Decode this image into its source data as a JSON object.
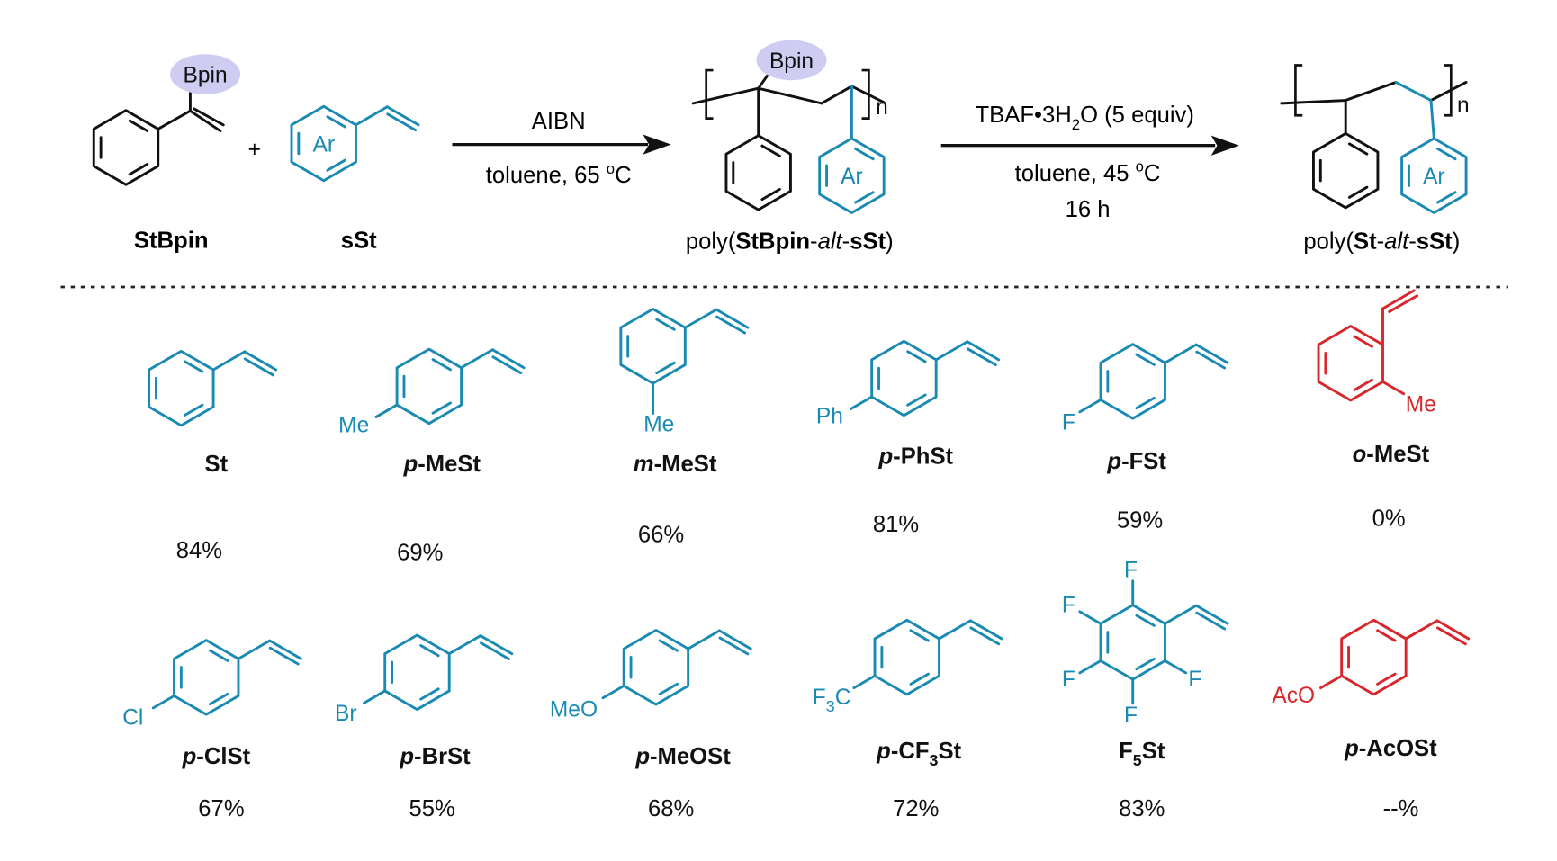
{
  "colors": {
    "black": "#111111",
    "blue": "#1a8ab3",
    "red": "#d9262b",
    "bpin_fill": "#cfccf2"
  },
  "scheme": {
    "monomer1": {
      "label": "StBpin",
      "group": "Bpin"
    },
    "plus": "+",
    "monomer2": {
      "label": "sSt",
      "ring": "Ar"
    },
    "step1": {
      "reagent": "AIBN",
      "conditions": [
        "toluene, 65 ",
        "o",
        "C"
      ]
    },
    "polymer1": {
      "prefix": "poly(",
      "a": "StBpin",
      "dash1": "-",
      "alt": "alt",
      "dash2": "-",
      "b": "sSt",
      "suffix": ")",
      "group": "Bpin",
      "ring": "Ar",
      "n": "n"
    },
    "step2": {
      "reagent": [
        "TBAF•3H",
        "2",
        "O (5 equiv)"
      ],
      "conditions": [
        "toluene, 45 ",
        "o",
        "C"
      ],
      "time": "16 h"
    },
    "polymer2": {
      "prefix": "poly(",
      "a": "St",
      "dash1": "-",
      "alt": "alt",
      "dash2": "-",
      "b": "sSt",
      "suffix": ")",
      "ring": "Ar",
      "n": "n"
    }
  },
  "monomers": [
    {
      "name": [
        {
          "t": "St"
        }
      ],
      "yield": "84%",
      "color": "blue",
      "subs": []
    },
    {
      "name": [
        {
          "t": "p",
          "i": true
        },
        {
          "t": "-MeSt"
        }
      ],
      "yield": "69%",
      "color": "blue",
      "subs": [
        [
          {
            "t": "Me"
          }
        ]
      ]
    },
    {
      "name": [
        {
          "t": "m",
          "i": true
        },
        {
          "t": "-MeSt"
        }
      ],
      "yield": "66%",
      "color": "blue",
      "subs": [
        [
          {
            "t": "Me"
          }
        ]
      ]
    },
    {
      "name": [
        {
          "t": "p",
          "i": true
        },
        {
          "t": "-PhSt"
        }
      ],
      "yield": "81%",
      "color": "blue",
      "subs": [
        [
          {
            "t": "Ph"
          }
        ]
      ]
    },
    {
      "name": [
        {
          "t": "p",
          "i": true
        },
        {
          "t": "-FSt"
        }
      ],
      "yield": "59%",
      "color": "blue",
      "subs": [
        [
          {
            "t": "F"
          }
        ]
      ]
    },
    {
      "name": [
        {
          "t": "o",
          "i": true
        },
        {
          "t": "-MeSt"
        }
      ],
      "yield": "0%",
      "color": "red",
      "subs": [
        [
          {
            "t": "Me"
          }
        ]
      ]
    },
    {
      "name": [
        {
          "t": "p",
          "i": true
        },
        {
          "t": "-ClSt"
        }
      ],
      "yield": "67%",
      "color": "blue",
      "subs": [
        [
          {
            "t": "Cl"
          }
        ]
      ]
    },
    {
      "name": [
        {
          "t": "p",
          "i": true
        },
        {
          "t": "-BrSt"
        }
      ],
      "yield": "55%",
      "color": "blue",
      "subs": [
        [
          {
            "t": "Br"
          }
        ]
      ]
    },
    {
      "name": [
        {
          "t": "p",
          "i": true
        },
        {
          "t": "-MeOSt"
        }
      ],
      "yield": "68%",
      "color": "blue",
      "subs": [
        [
          {
            "t": "MeO"
          }
        ]
      ]
    },
    {
      "name": [
        {
          "t": "p",
          "i": true
        },
        {
          "t": "-CF"
        },
        {
          "t": "3",
          "s": true
        },
        {
          "t": "St"
        }
      ],
      "yield": "72%",
      "color": "blue",
      "subs": [
        [
          {
            "t": "F"
          },
          {
            "t": "3",
            "s": true
          },
          {
            "t": "C"
          }
        ]
      ]
    },
    {
      "name": [
        {
          "t": "F"
        },
        {
          "t": "5",
          "s": true
        },
        {
          "t": "St"
        }
      ],
      "yield": "83%",
      "color": "blue",
      "subs": [
        [
          {
            "t": "F"
          }
        ],
        [
          {
            "t": "F"
          }
        ],
        [
          {
            "t": "F"
          }
        ],
        [
          {
            "t": "F"
          }
        ],
        [
          {
            "t": "F"
          }
        ]
      ]
    },
    {
      "name": [
        {
          "t": "p",
          "i": true
        },
        {
          "t": "-AcOSt"
        }
      ],
      "yield": "--%",
      "color": "red",
      "subs": [
        [
          {
            "t": "AcO"
          }
        ]
      ]
    }
  ]
}
